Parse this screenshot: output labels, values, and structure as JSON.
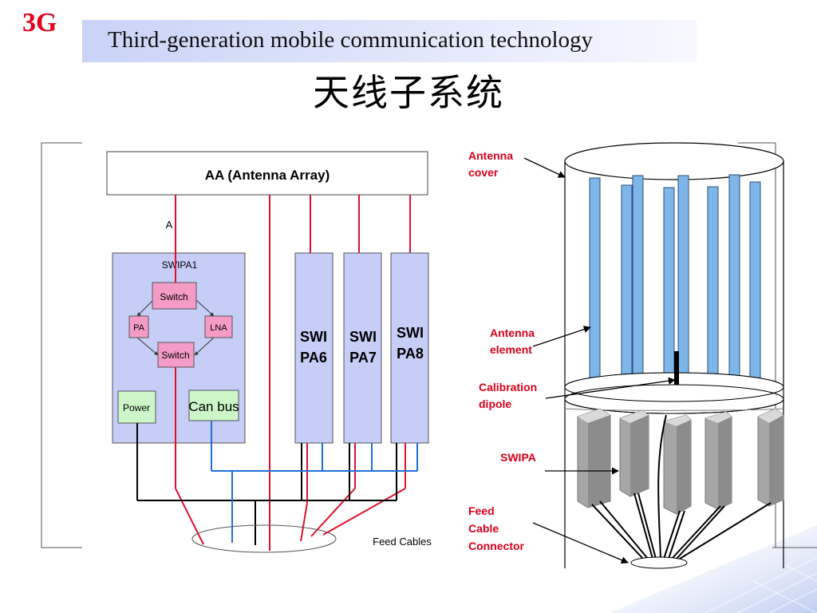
{
  "header": {
    "corner_label": "3G",
    "subtitle": "Third-generation mobile communication technology",
    "title": "天线子系统"
  },
  "left_diagram": {
    "antenna_array_label": "AA (Antenna Array)",
    "port_label": "A",
    "swipa1": {
      "label": "SWIPA1",
      "switch_top": "Switch",
      "switch_bottom": "Switch",
      "pa": "PA",
      "lna": "LNA",
      "power": "Power",
      "can_bus": "Can bus"
    },
    "swipa_units": [
      {
        "line1": "SWI",
        "line2": "PA6"
      },
      {
        "line1": "SWI",
        "line2": "PA7"
      },
      {
        "line1": "SWI",
        "line2": "PA8"
      }
    ],
    "feed_cables_label": "Feed Cables"
  },
  "right_diagram": {
    "callouts": {
      "antenna_cover": [
        "Antenna",
        "cover"
      ],
      "antenna_element": [
        "Antenna",
        "element"
      ],
      "calibration_dipole": [
        "Calibration",
        "dipole"
      ],
      "swipa": "SWIPA",
      "feed_cable_connector": [
        "Feed",
        "Cable",
        "Connector"
      ]
    }
  },
  "colors": {
    "accent_red": "#e3001b",
    "box_fill": "#c6cdf7",
    "pink": "#f59cc6",
    "green": "#ccf5c8",
    "rf_line": "#e0102c",
    "bus_blue": "#1f6fd6",
    "element_blue": "#7fb6ea"
  }
}
